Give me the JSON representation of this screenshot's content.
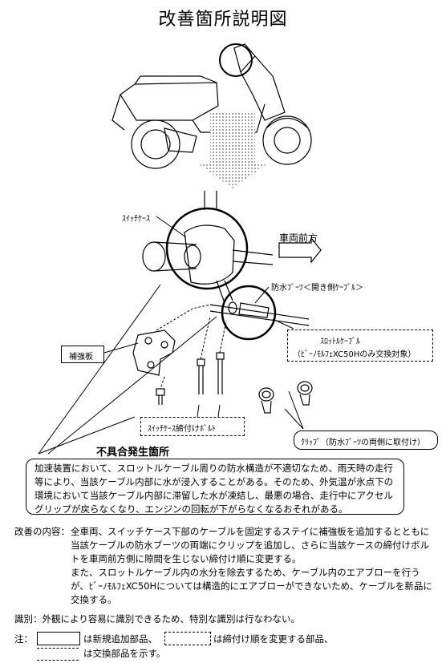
{
  "title": "改善箇所説明図",
  "labels": {
    "switch_case": "ｽｲｯﾁｹｰｽ",
    "vehicle_front": "車両前方",
    "boot": "防水ﾌﾞｰﾂ＜開き側ｹｰﾌﾞﾙ＞",
    "throttle_cable_1": "ｽﾛｯﾄﾙｹｰﾌﾞﾙ",
    "throttle_cable_2": "（ﾋﾞｰﾉﾓﾙﾌｪXC50Hのみ交換対象）",
    "reinforcement": "補強板",
    "bolt": "ｽｲｯﾁｹｰｽ締付けﾎﾞﾙﾄ",
    "clip": "ｸﾘｯﾌﾟ（防水ﾌﾞｰﾂの両側に取付け）"
  },
  "defect": {
    "heading": "不具合発生箇所",
    "text": "加速装置において、スロットルケーブル周りの防水構造が不適切なため、雨天時の走行等により、当該ケーブル内部に水が浸入することがある。そのため、外気温が氷点下の環境において当該ケーブル内部に滞留した水が凍結し、最悪の場合、走行中にアクセルグリップが戻らなくなり、エンジンの回転が下がらなくなるおそれがある。"
  },
  "improvement": {
    "label": "改善の内容：",
    "text1": "全車両、スイッチケース下部のケーブルを固定するステイに補強板を追加するとともに当該ケーブルの防水ブーツの両端にクリップを追加し、さらに当該ケースの締付けボルトを車両前方側に隙間を生じない締付け順に変更する。",
    "text2": "また、スロットルケーブル内の水分を除去するため、ケーブル内のエアブローを行うが、ﾋﾞｰﾉﾓﾙﾌｪXC50Hについては構造的にエアブローができないため、ケーブルを新品に交換する。"
  },
  "identification": "識別：外観により容易に識別できるため、特別な識別は行なわない。",
  "note": {
    "label": "注：",
    "new_part": "は新規追加部品、",
    "order_change": "は締付け順を変更する部品、",
    "replace": "は交換部品を示す。"
  }
}
